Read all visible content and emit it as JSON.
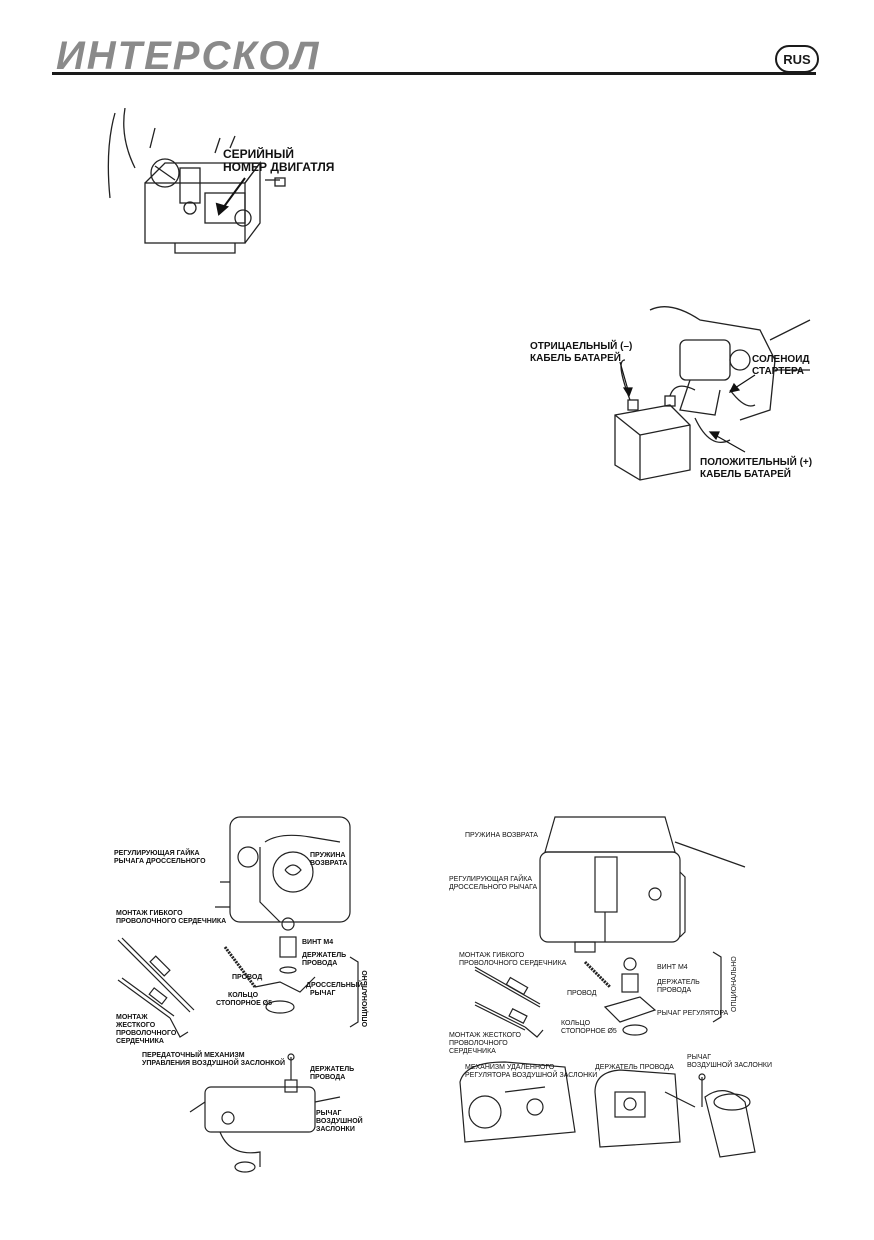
{
  "header": {
    "brand": "ИНТЕРСКОЛ",
    "lang_badge": "RUS"
  },
  "fig_serial": {
    "label_line1": "СЕРИЙНЫЙ",
    "label_line2": "НОМЕР ДВИГАТЛЯ"
  },
  "fig_battery": {
    "neg_line1": "ОТРИЦАЕЛЬНЫЙ (–)",
    "neg_line2": "КАБЕЛЬ БАТАРЕЙ",
    "sol_line1": "СОЛЕНОИД",
    "sol_line2": "СТАРТЕРА",
    "pos_line1": "ПОЛОЖИТЕЛЬНЫЙ (+)",
    "pos_line2": "КАБЕЛЬ БАТАРЕЙ"
  },
  "fig_left": {
    "nut_line1": "РЕГУЛИРУЮЩАЯ ГАЙКА",
    "nut_line2": "РЫЧАГА ДРОССЕЛЬНОГО",
    "spring_line1": "ПРУЖИНА",
    "spring_line2": "ВОЗВРАТА",
    "flex_line1": "МОНТАЖ ГИБКОГО",
    "flex_line2": "ПРОВОЛОЧНОГО СЕРДЕЧНИКА",
    "screw": "ВИНТ М4",
    "holder_line1": "ДЕРЖАТЕЛЬ",
    "holder_line2": "ПРОВОДА",
    "wire": "ПРОВОД",
    "throttle_line1": "ДРОССЕЛЬНЫЙ",
    "throttle_line2": "РЫЧАГ",
    "rigid_line1": "МОНТАЖ",
    "rigid_line2": "ЖЕСТКОГО",
    "rigid_line3": "ПРОВОЛОЧНОГО",
    "rigid_line4": "СЕРДЕЧНИКА",
    "ring_line1": "КОЛЬЦО",
    "ring_line2": "СТОПОРНОЕ Ø5",
    "optional": "ОПЦИОНАЛЬНО",
    "choke_mech_line1": "ПЕРЕДАТОЧНЫЙ МЕХАНИЗМ",
    "choke_mech_line2": "УПРАВЛЕНИЯ ВОЗДУШНОЙ ЗАСЛОНКОЙ",
    "holder2_line1": "ДЕРЖАТЕЛЬ",
    "holder2_line2": "ПРОВОДА",
    "choke_lever_line1": "РЫЧАГ",
    "choke_lever_line2": "ВОЗДУШНОЙ",
    "choke_lever_line3": "ЗАСЛОНКИ"
  },
  "fig_right": {
    "spring": "ПРУЖИНА ВОЗВРАТА",
    "nut_line1": "РЕГУЛИРУЮЩАЯ ГАЙКА",
    "nut_line2": "ДРОССЕЛЬНОГО РЫЧАГА",
    "flex_line1": "МОНТАЖ ГИБКОГО",
    "flex_line2": "ПРОВОЛОЧНОГО СЕРДЕЧНИКА",
    "screw": "ВИНТ М4",
    "holder_line1": "ДЕРЖАТЕЛЬ",
    "holder_line2": "ПРОВОДА",
    "wire": "ПРОВОД",
    "gov_lever": "РЫЧАГ РЕГУЛЯТОРА",
    "rigid_line1": "МОНТАЖ ЖЕСТКОГО",
    "rigid_line2": "ПРОВОЛОЧНОГО",
    "rigid_line3": "СЕРДЕЧНИКА",
    "ring_line1": "КОЛЬЦО",
    "ring_line2": "СТОПОРНОЕ Ø5",
    "optional": "ОПЦИОНАЛЬНО",
    "remote_line1": "МЕХАНИЗМ УДАЛЕННОГО",
    "remote_line2": "РЕГУЛЯТОРА ВОЗДУШНОЙ ЗАСЛОНКИ",
    "holder2": "ДЕРЖАТЕЛЬ ПРОВОДА",
    "choke_lever_line1": "РЫЧАГ",
    "choke_lever_line2": "ВОЗДУШНОЙ ЗАСЛОНКИ"
  }
}
